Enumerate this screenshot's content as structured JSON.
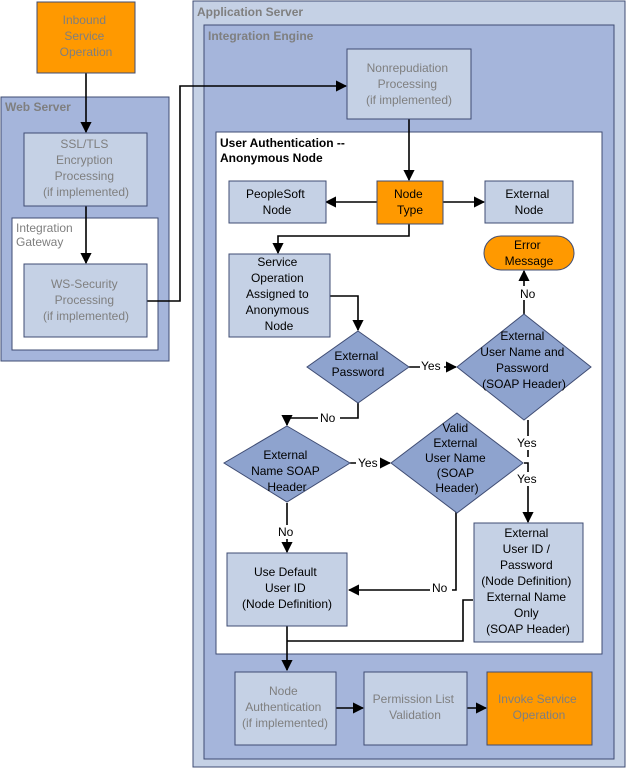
{
  "colors": {
    "orange": "#FF9900",
    "box_fill": "#C5D1E5",
    "dark_fill": "#8EA3CE",
    "panel_fill": "#A5B5DB",
    "line": "#000000",
    "gray_text": "#7F7F7F",
    "dark_text": "#000000",
    "border": "#3F4C73"
  },
  "containers": {
    "web_server": "Web Server",
    "app_server": "Application Server",
    "integration_engine": "Integration Engine",
    "integration_gateway": [
      "Integration",
      "Gateway"
    ],
    "user_auth": [
      "User Authentication --",
      "Anonymous Node"
    ]
  },
  "boxes": {
    "inbound": [
      "Inbound",
      "Service",
      "Operation"
    ],
    "ssl": [
      "SSL/TLS",
      "Encryption",
      "Processing",
      "(if implemented)"
    ],
    "ws_security": [
      "WS-Security",
      "Processing",
      "(if implemented)"
    ],
    "nonrepudiation": [
      "Nonrepudiation",
      "Processing",
      "(if implemented)"
    ],
    "peoplesoft_node": [
      "PeopleSoft",
      "Node"
    ],
    "node_type": [
      "Node",
      "Type"
    ],
    "external_node": [
      "External",
      "Node"
    ],
    "error_message": [
      "Error",
      "Message"
    ],
    "service_operation": [
      "Service",
      "Operation",
      "Assigned to",
      "Anonymous",
      "Node"
    ],
    "use_default": [
      "Use Default",
      "User ID",
      "(Node Definition)"
    ],
    "external_userid": [
      "External",
      "User ID /",
      "Password",
      "(Node Definition)",
      "External Name",
      "Only",
      "(SOAP Header)"
    ],
    "node_auth": [
      "Node",
      "Authentication",
      "(if implemented)"
    ],
    "permission_list": [
      "Permission List",
      "Validation"
    ],
    "invoke_service": [
      "Invoke Service",
      "Operation"
    ]
  },
  "decisions": {
    "external_password": [
      "External",
      "Password"
    ],
    "external_user_pw": [
      "External",
      "User Name and",
      "Password",
      "(SOAP Header)"
    ],
    "external_name_soap": [
      "External",
      "Name SOAP",
      "Header"
    ],
    "valid_external": [
      "Valid",
      "External",
      "User Name",
      "(SOAP",
      "Header)"
    ]
  },
  "edge_labels": {
    "yes": "Yes",
    "no": "No"
  }
}
